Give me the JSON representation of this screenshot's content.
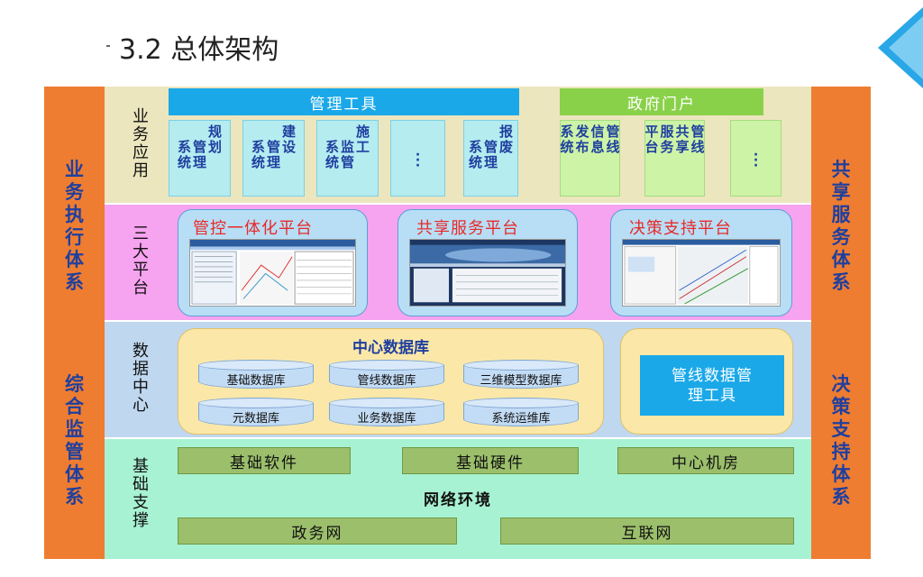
{
  "title": "3.2  总体架构",
  "left_side": {
    "top": "业务执行体系",
    "bottom": "综合监管体系"
  },
  "right_side": {
    "top": "共享服务体系",
    "bottom": "决策支持体系"
  },
  "layers": {
    "app": "业务应用",
    "platform": "三大平台",
    "data": "数据中心",
    "base": "基础支撑"
  },
  "app_bars": {
    "manage": "管理工具",
    "gov": "政府门户"
  },
  "app_systems": [
    {
      "cols": [
        "规划",
        "系统管理"
      ],
      "lines": [
        [
          "规",
          "划"
        ],
        [
          "系",
          "统"
        ],
        [
          "管",
          "理"
        ]
      ]
    }
  ],
  "sys": {
    "planning": [
      "规划",
      "管理",
      "系统"
    ],
    "construction": [
      "建设",
      "管理",
      "系统"
    ],
    "supervision": [
      "施工",
      "监管",
      "系统"
    ],
    "scrap": [
      "报废",
      "管理",
      "系统"
    ],
    "publish": [
      "管线",
      "信息",
      "发布",
      "系统"
    ],
    "service": [
      "管线",
      "共享",
      "服务",
      "平台"
    ]
  },
  "platforms": {
    "p1": "管控一体化平台",
    "p2": "共享服务平台",
    "p3": "决策支持平台"
  },
  "data_center": {
    "title": "中心数据库",
    "dbs": [
      "基础数据库",
      "管线数据库",
      "三维模型数据库",
      "元数据库",
      "业务数据库",
      "系统运维库"
    ],
    "tool_line1": "管线数据管",
    "tool_line2": "理工具"
  },
  "base": {
    "soft": "基础软件",
    "hard": "基础硬件",
    "room": "中心机房",
    "network": "网络环境",
    "gov_net": "政务网",
    "internet": "互联网"
  },
  "colors": {
    "side": "#ee7d31",
    "side_text": "#1f3f9f",
    "app_bg": "#ece6be",
    "platform_bg": "#f6a3f0",
    "data_bg": "#bfd7ef",
    "base_bg": "#a8f2d4",
    "accent_blue": "#1aa8e8",
    "accent_green": "#8ad14a",
    "platform_title": "#e82a2a"
  }
}
